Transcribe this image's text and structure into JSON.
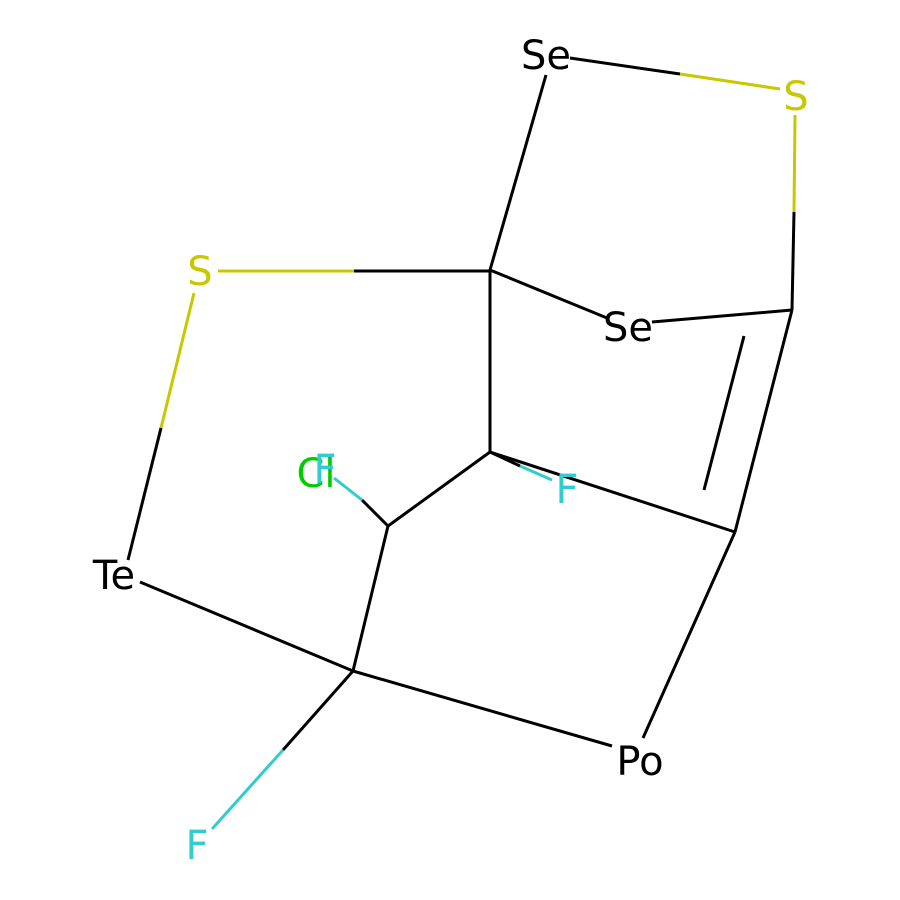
{
  "colors": {
    "bond": "#000000",
    "S": "#c8c800",
    "F": "#33cccc",
    "Cl": "#00cc00",
    "Se": "#000000",
    "Te": "#000000",
    "Po": "#000000"
  },
  "atoms": {
    "se_top": "Se",
    "s_right": "S",
    "s_left": "S",
    "se_mid": "Se",
    "cl": "Cl",
    "f_upper_left": "F",
    "f_mid": "F",
    "te": "Te",
    "po": "Po",
    "f_bottom": "F"
  }
}
